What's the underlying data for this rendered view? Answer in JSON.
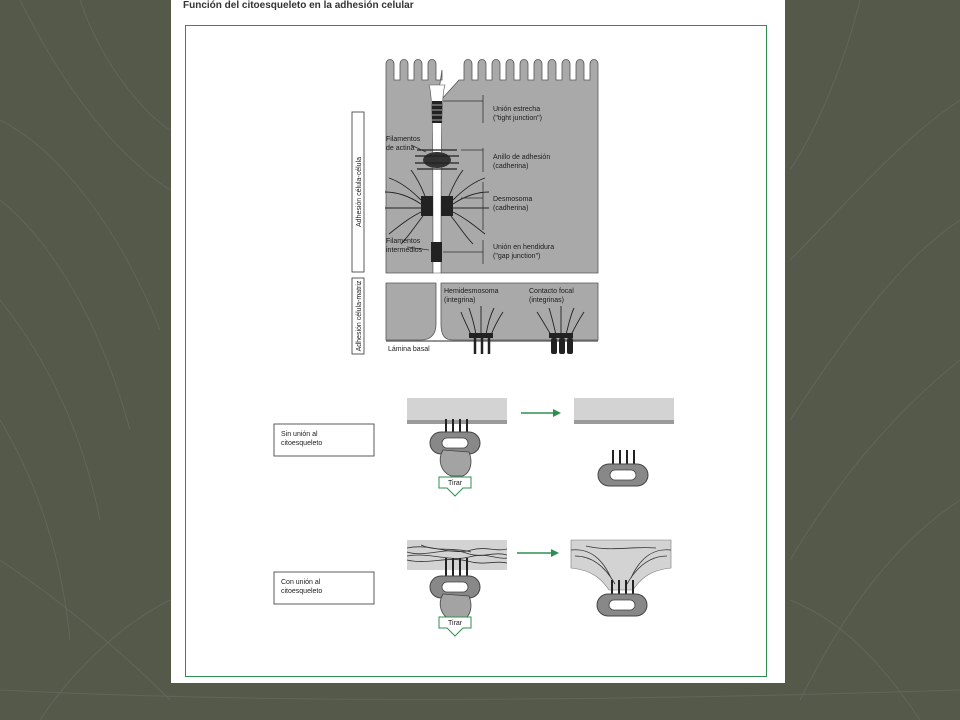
{
  "title": "Función del citoesqueleto en la adhesión celular",
  "side_labels": {
    "cell_cell": "Adhesión célula-célula",
    "cell_matrix": "Adhesión célula-matriz"
  },
  "labels": {
    "tight_1": "Unión estrecha",
    "tight_2": "(\"tight junction\")",
    "actin_1": "Filamentos",
    "actin_2": "de actina",
    "adh_1": "Anillo de adhesión",
    "adh_2": "(cadherina)",
    "desmo_1": "Desmosoma",
    "desmo_2": "(cadherina)",
    "interm_1": "Filamentos",
    "interm_2": "intermedios",
    "gap_1": "Unión en hendidura",
    "gap_2": "(\"gap junction\")",
    "hemi_1": "Hemidesmosoma",
    "hemi_2": "(integrina)",
    "focal_1": "Contacto focal",
    "focal_2": "(integrinas)",
    "basal": "Lámina basal"
  },
  "scenarios": {
    "without_1": "Sin unión al",
    "without_2": "citoesqueleto",
    "with_1": "Con unión al",
    "with_2": "citoesqueleto",
    "pull_1": "Tirar",
    "pull_2": "Tirar"
  },
  "colors": {
    "background": "#55594a",
    "frame": "#2f8f52",
    "cell": "#a9a9a9",
    "arrow": "#2f8f52"
  }
}
